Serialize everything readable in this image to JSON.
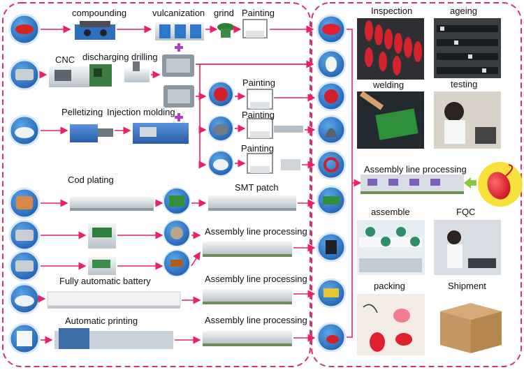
{
  "colors": {
    "frame": "#d6336c",
    "arrow": "#ec1f6a",
    "circle_fill": "#2f7fd0",
    "circle_ring": "#cfe3f6",
    "plus": "#b13fc4",
    "machine_blue": "#3a77c9",
    "machine_white": "#e8ecef",
    "product_red": "#e0202c"
  },
  "labels": {
    "compounding": "compounding",
    "vulcanization": "vulcanization",
    "grind": "grind",
    "painting_top": "Painting",
    "cnc": "CNC",
    "discharging": "discharging",
    "drilling": "drilling",
    "painting_1": "Painting",
    "pelletizing": "Pelletizing",
    "injection_molding": "Injection molding",
    "painting_2": "Painting",
    "painting_3": "Painting",
    "cod_plating": "Cod plating",
    "smt_patch": "SMT patch",
    "assembly_1": "Assembly line processing",
    "assembly_2": "Assembly line processing",
    "assembly_3": "Assembly line processing",
    "fully_automatic_battery": "Fully automatic battery",
    "automatic_printing": "Automatic printing",
    "inspection": "Inspection",
    "ageing": "ageing",
    "welding": "welding",
    "testing": "testing",
    "assembly_right": "Assembly line processing",
    "assemble": "assemble",
    "fqc": "FQC",
    "packing": "packing",
    "shipment": "Shipment"
  }
}
